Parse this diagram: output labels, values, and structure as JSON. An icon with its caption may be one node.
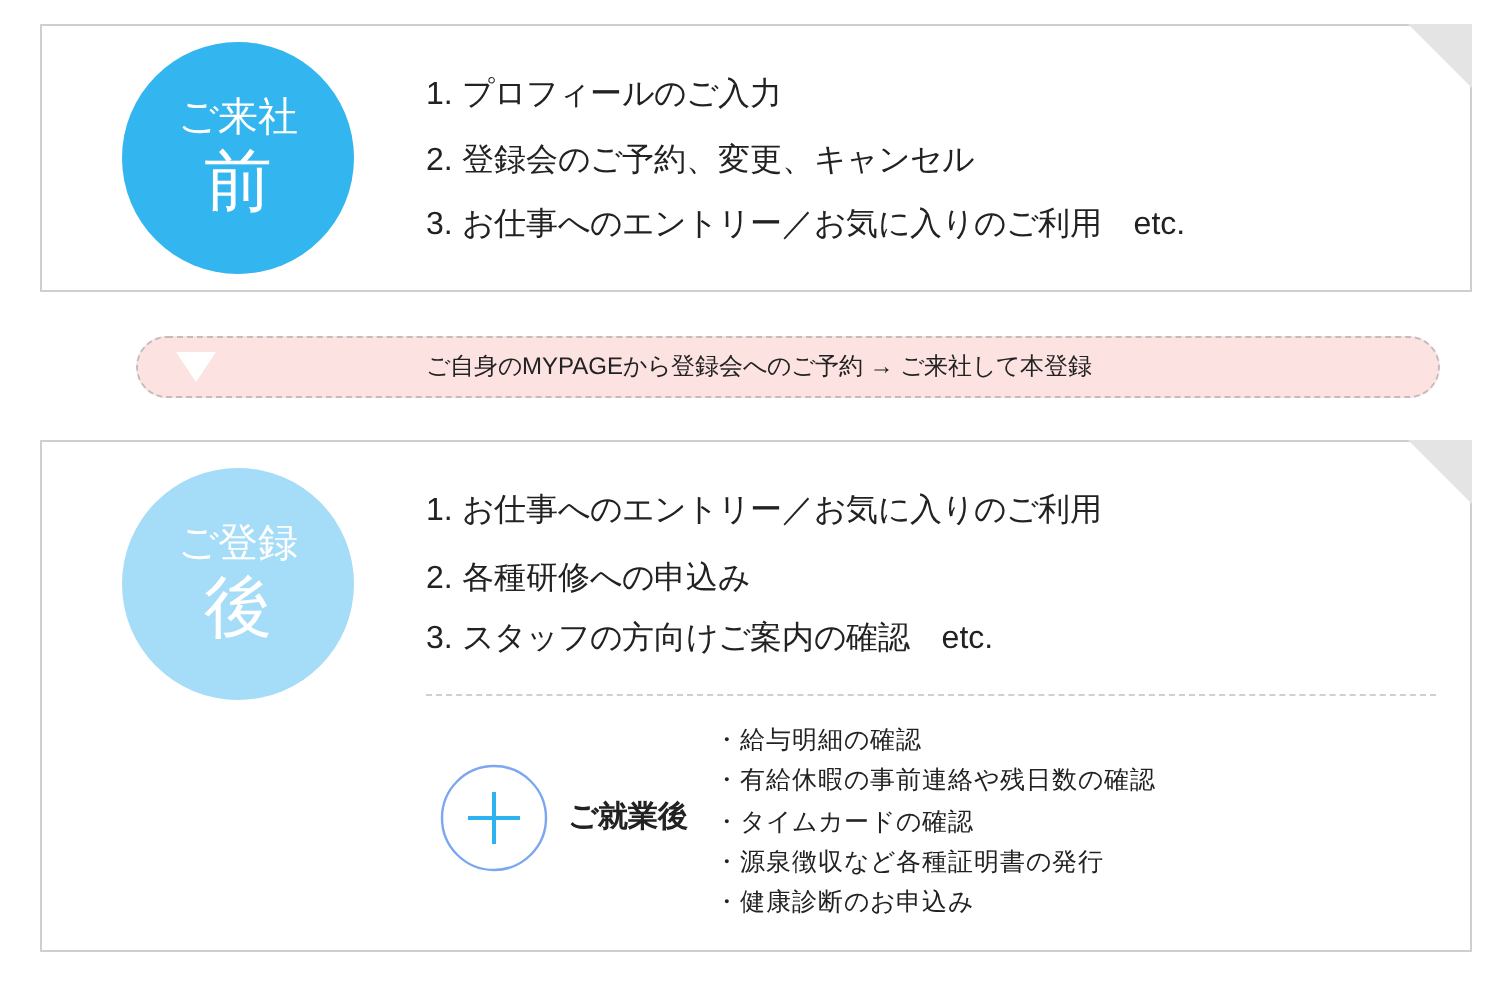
{
  "diagram": {
    "nodes": [
      {
        "text": [
          "1. プロフィールのご入力",
          "2. 登録会のご予約、変更、キャンセル",
          "3. お仕事へのエントリー／お気に入りのご利用　etc."
        ]
      },
      {
        "text": [
          "ご来社",
          "前"
        ],
        "in": 0
      },
      {
        "text": [
          "ご自身のMYPAGEから登録会へのご予約 → ご来社して本登録"
        ]
      },
      {
        "text": [
          "1. お仕事へのエントリー／お気に入りのご利用",
          "2. 各種研修への申込み",
          "3. スタッフの方向けご案内の確認　etc."
        ]
      },
      {
        "text": [
          "ご登録",
          "後"
        ],
        "in": 3
      }
    ],
    "labels": [
      "ご就業後",
      "・給与明細の確認",
      "・有給休暇の事前連絡や残日数の確認",
      "・タイムカードの確認",
      "・源泉徴収など各種証明書の発行",
      "・健康診断のお申込み"
    ]
  }
}
